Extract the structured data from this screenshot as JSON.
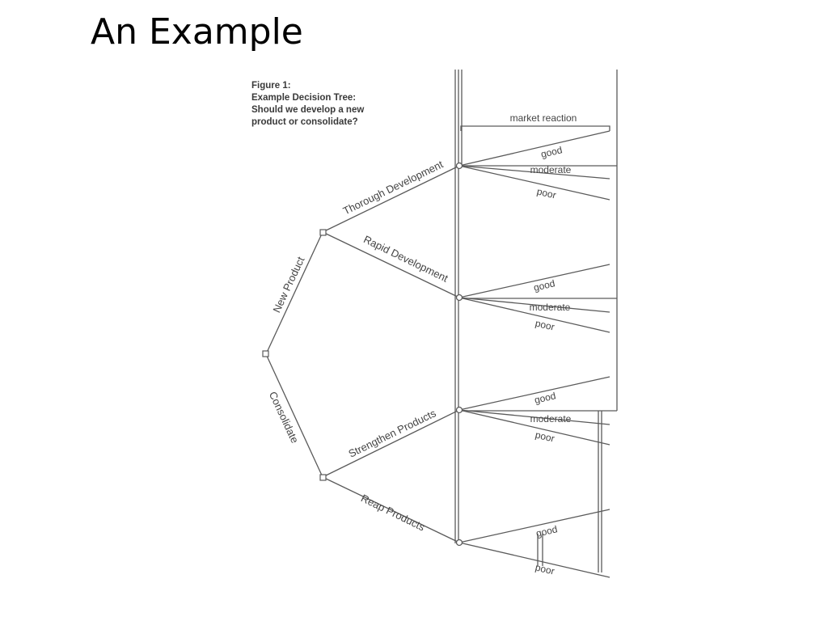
{
  "slide": {
    "title": "An Example"
  },
  "figure": {
    "caption_label": "Figure 1:",
    "caption_line1": "Example Decision Tree:",
    "caption_line2": "Should we develop a new",
    "caption_line3": "product or consolidate?",
    "market_reaction": "market reaction"
  },
  "branches": {
    "new_product": "New Product",
    "consolidate": "Consolidate",
    "thorough_development": "Thorough Development",
    "rapid_development": "Rapid Development",
    "strengthen_products": "Strengthen Products",
    "reap_products": "Reap Products"
  },
  "outcomes": {
    "thorough": [
      "good",
      "moderate",
      "poor"
    ],
    "rapid": [
      "good",
      "moderate",
      "poor"
    ],
    "strengthen": [
      "good",
      "moderate",
      "poor"
    ],
    "reap": [
      "good",
      "poor"
    ]
  },
  "colors": {
    "ink": "#444444",
    "line": "#5a5a5a"
  }
}
